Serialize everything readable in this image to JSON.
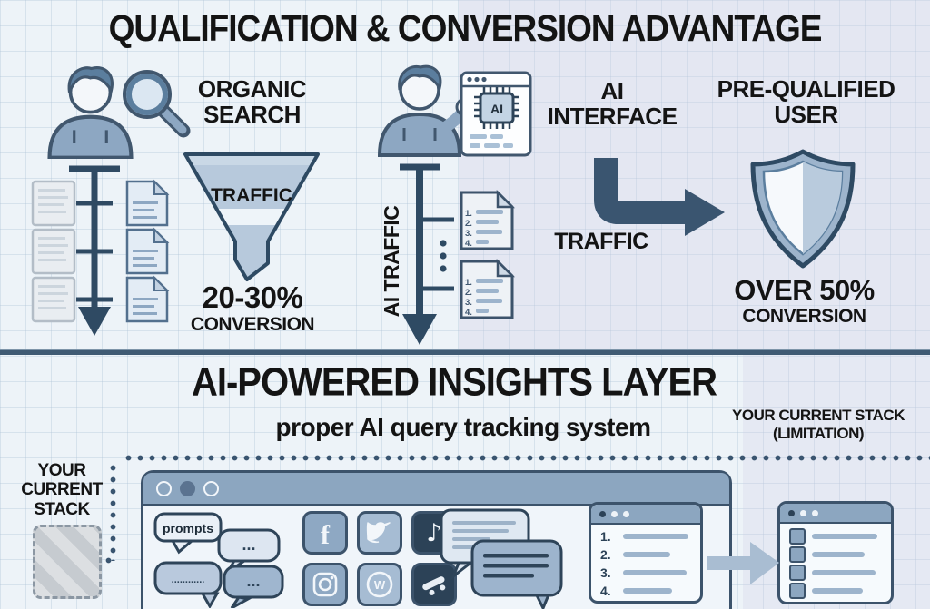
{
  "colors": {
    "ink": "#141414",
    "slate_dark": "#3a5570",
    "slate_mid": "#8da7c2",
    "slate_light": "#c9d7e5",
    "panel": "#f0f5fa",
    "dark_icon": "#2c4257"
  },
  "top": {
    "title": "QUALIFICATION & CONVERSION ADVANTAGE",
    "organic_label": "ORGANIC SEARCH",
    "funnel_label": "TRAFFIC",
    "organic_conversion_value": "20-30%",
    "organic_conversion_label": "CONVERSION",
    "ai_traffic_label": "AI TRAFFIC",
    "ai_interface_label": "AI INTERFACE",
    "ai_chip_text": "AI",
    "traffic_label": "TRAFFIC",
    "prequalified_label": "PRE-QUALIFIED USER",
    "ai_conversion_value": "OVER 50%",
    "ai_conversion_label": "CONVERSION",
    "doc_numbers": [
      "1.",
      "2.",
      "3.",
      "4."
    ]
  },
  "bottom": {
    "title": "AI-POWERED INSIGHTS LAYER",
    "subtitle": "proper AI query tracking system",
    "limitation_line1": "YOUR CURRENT STACK",
    "limitation_line2": "(LIMITATION)",
    "current_stack_label": "YOUR CURRENT STACK",
    "prompts_label": "prompts",
    "dots_short": "...",
    "dots_long": "............",
    "numbered_items": [
      "1.",
      "2.",
      "3.",
      "4."
    ],
    "facebook_glyph": "f",
    "wordpress_glyph": "W",
    "tiktok_glyph": "♪"
  }
}
